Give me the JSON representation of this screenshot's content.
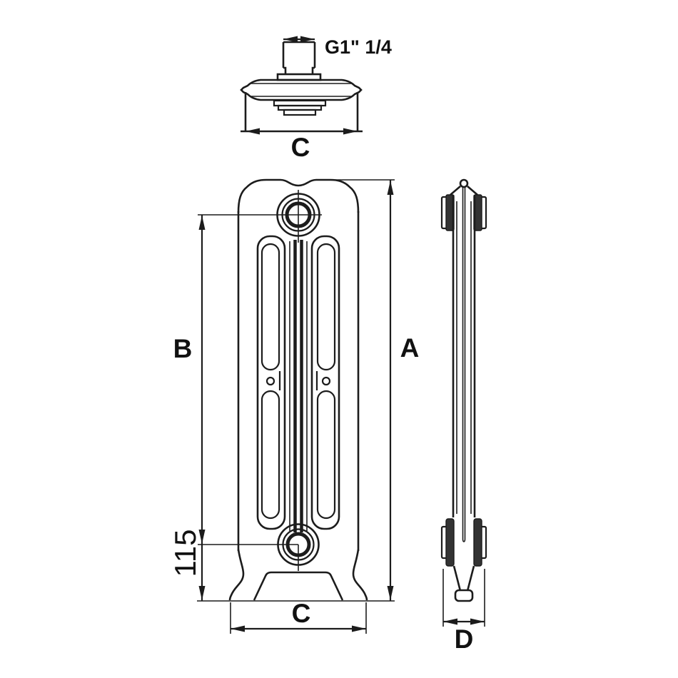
{
  "labels": {
    "thread": "G1\" 1/4",
    "top_width": "C",
    "total_height": "A",
    "center_distance": "B",
    "bottom_offset": "115",
    "bottom_width": "C",
    "depth": "D"
  },
  "colors": {
    "line": "#1c1c1c",
    "background": "#ffffff",
    "text": "#111111"
  }
}
